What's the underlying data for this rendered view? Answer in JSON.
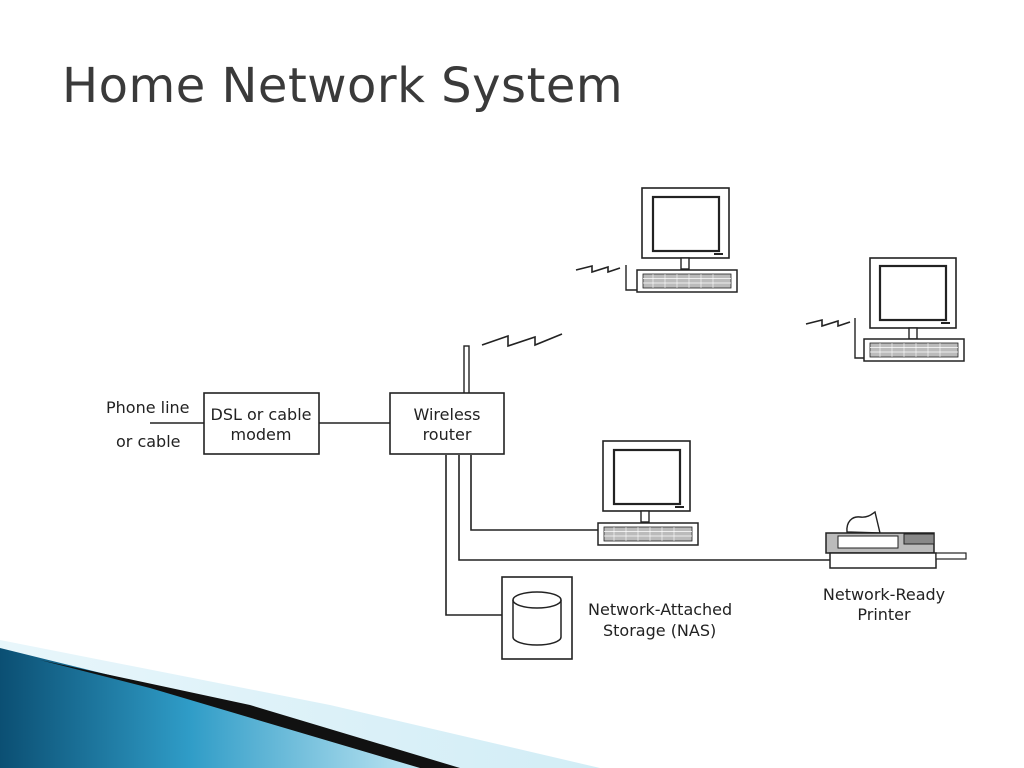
{
  "slide": {
    "title": "Home Network System"
  },
  "diagram": {
    "phone_line": {
      "line1": "Phone line",
      "line2": "or cable"
    },
    "modem": {
      "line1": "DSL or cable",
      "line2": "modem"
    },
    "router": {
      "line1": "Wireless",
      "line2": "router"
    },
    "nas": {
      "line1": "Network-Attached",
      "line2": "Storage (NAS)"
    },
    "printer": {
      "line1": "Network-Ready",
      "line2": "Printer"
    }
  },
  "colors": {
    "accent_dark": "#0b3d5c",
    "accent_mid": "#1f7fa8",
    "accent_light": "#8fd3ea",
    "ink": "#222222"
  }
}
